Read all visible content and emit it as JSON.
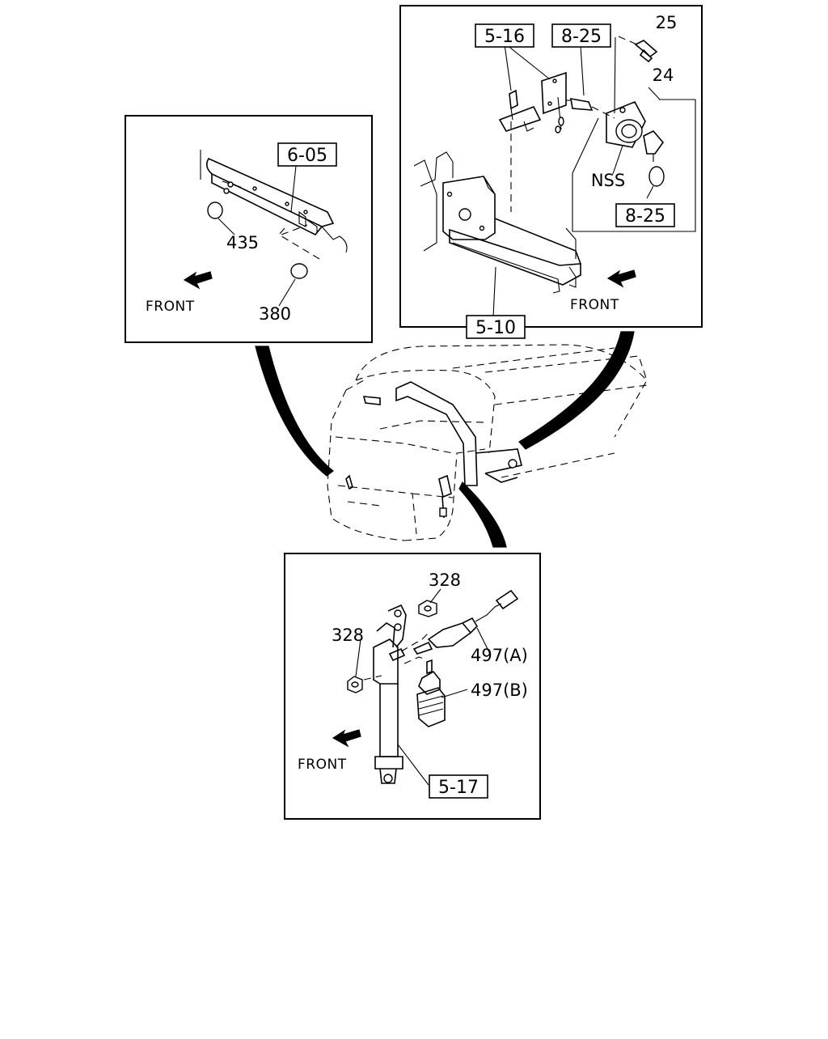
{
  "left_panel": {
    "ref_box": "6-05",
    "parts": [
      "435",
      "380"
    ],
    "front_label": "FRONT"
  },
  "top_right_panel": {
    "ref_boxes": [
      "5-16",
      "8-25",
      "5-10",
      "8-25"
    ],
    "parts": [
      "25",
      "24",
      "NSS"
    ],
    "front_label": "FRONT"
  },
  "bottom_panel": {
    "ref_box": "5-17",
    "parts": [
      "328",
      "328",
      "497(A)",
      "497(B)"
    ],
    "front_label": "FRONT"
  }
}
